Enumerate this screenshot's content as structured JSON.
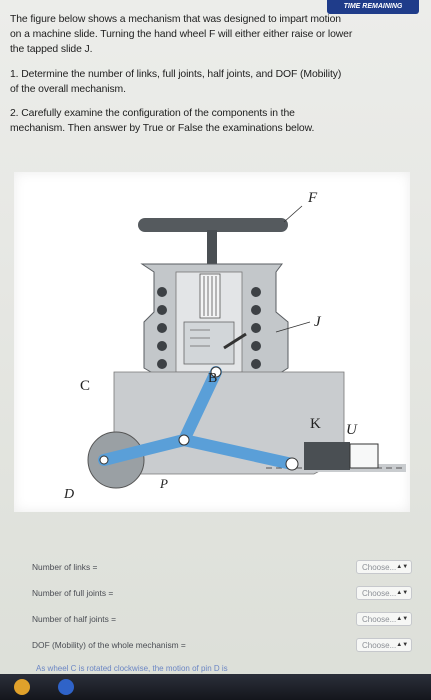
{
  "header": {
    "banner_text": "TIME REMAINING"
  },
  "question": {
    "intro_line1": "The figure below shows a mechanism that was designed to impart motion",
    "intro_line2": "on a machine slide. Turning the hand wheel F will either either raise or lower",
    "intro_line3": "the tapped slide J.",
    "q1_line1": "1. Determine the number of links, full joints, half joints, and DOF (Mobility)",
    "q1_line2": "of the overall mechanism.",
    "q2_line1": "2. Carefully examine the configuration of the components in the",
    "q2_line2": "mechanism. Then answer by True or False the examinations below."
  },
  "figure_labels": {
    "F": "F",
    "J": "J",
    "C": "C",
    "B": "B",
    "K": "K",
    "U": "U",
    "D": "D",
    "P": "P"
  },
  "form": {
    "rows": [
      {
        "label": "Number of links =",
        "select_value": "Choose..."
      },
      {
        "label": "Number of full joints =",
        "select_value": "Choose..."
      },
      {
        "label": "Number of half joints =",
        "select_value": "Choose..."
      },
      {
        "label": "DOF (Mobility) of the whole mechanism =",
        "select_value": "Choose..."
      }
    ],
    "statement": "As wheel C is rotated clockwise, the motion of pin D is"
  },
  "colors": {
    "link_blue": "#5a9fd8",
    "bar_dark": "#555a5e",
    "frame_gray": "#bfc3c6",
    "wheel_gray": "#9aa0a4",
    "link_text": "#6b86c4"
  }
}
